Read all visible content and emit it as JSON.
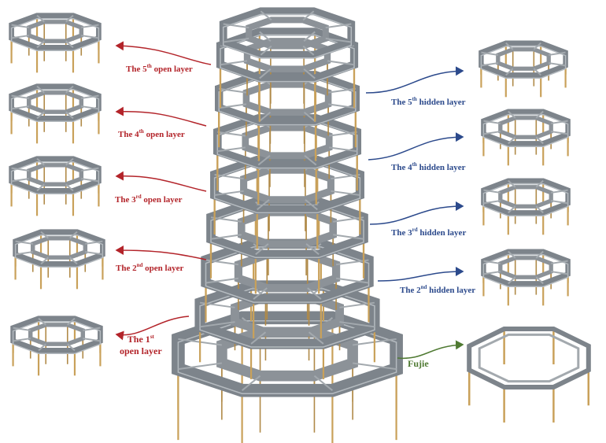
{
  "colors": {
    "open": "#b3242a",
    "hidden": "#2c4a8c",
    "fujie": "#4f7a32",
    "steel": "#9aa0a6",
    "wood": "#c9a15a"
  },
  "open_layers": [
    {
      "pre": "The 5",
      "sup": "th",
      "post": " open layer"
    },
    {
      "pre": "The 4",
      "sup": "th",
      "post": " open layer"
    },
    {
      "pre": "The 3",
      "sup": "rd",
      "post": " open layer"
    },
    {
      "pre": "The 2",
      "sup": "nd",
      "post": " open layer"
    },
    {
      "pre": "The 1",
      "sup": "st",
      "post": "open layer"
    }
  ],
  "hidden_layers": [
    {
      "pre": "The 5",
      "sup": "th",
      "post": " hidden layer"
    },
    {
      "pre": "The 4",
      "sup": "th",
      "post": " hidden layer"
    },
    {
      "pre": "The 3",
      "sup": "rd",
      "post": " hidden layer"
    },
    {
      "pre": "The 2",
      "sup": "nd",
      "post": " hidden layer"
    }
  ],
  "fujie": {
    "label": "Fujie"
  }
}
